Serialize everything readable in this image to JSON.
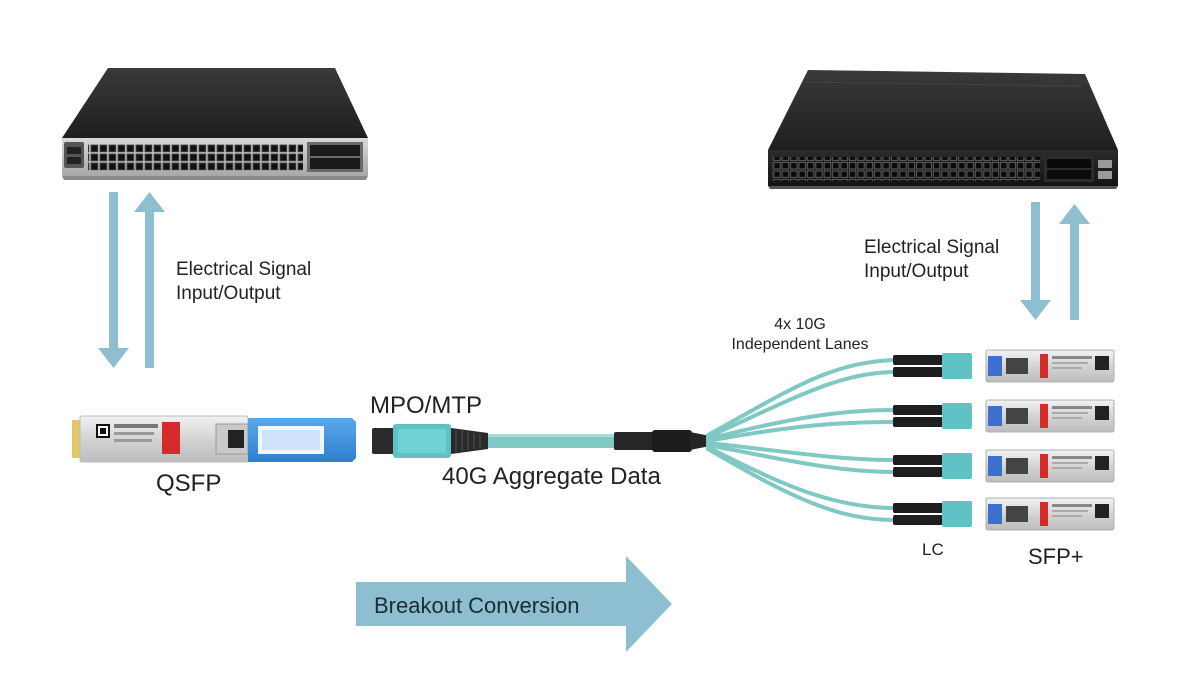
{
  "labels": {
    "left_signal_line1": "Electrical Signal",
    "left_signal_line2": "Input/Output",
    "right_signal_line1": "Electrical Signal",
    "right_signal_line2": "Input/Output",
    "qsfp": "QSFP",
    "mpo_mtp": "MPO/MTP",
    "aggregate": "40G Aggregate Data",
    "lanes_line1": "4x 10G",
    "lanes_line2": "Independent Lanes",
    "lc": "LC",
    "sfp_plus": "SFP+",
    "breakout": "Breakout Conversion"
  },
  "colors": {
    "arrow": "#8dbfd0",
    "cable": "#7fc8c4",
    "switch_body": "#2a2a2c",
    "qsfp_pull_tab": "#3d8fdc",
    "sfp_label": "#d62b2b",
    "connector_boot": "#2d2d2d"
  }
}
